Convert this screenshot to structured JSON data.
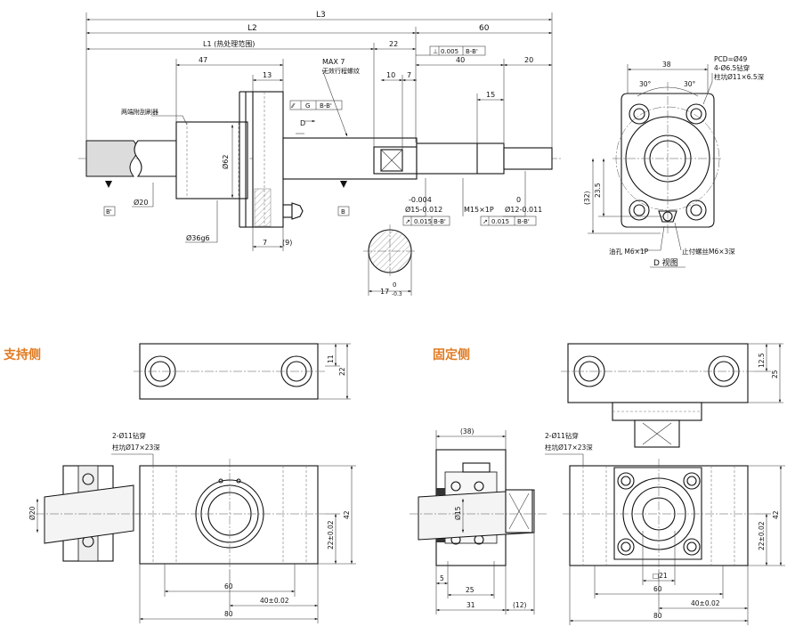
{
  "views": {
    "support_title": "支持侧",
    "fixed_title": "固定侧",
    "d_view_label": "D 视图"
  },
  "top_view": {
    "dims": {
      "L3": "L3",
      "L2": "L2",
      "sixty": "60",
      "L1": "L1 (热处理范围)",
      "twentytwo": "22",
      "forty": "40",
      "twenty": "20",
      "fortyseven": "47",
      "thirteen": "13",
      "ten": "10",
      "seven_a": "7",
      "fifteen": "15",
      "dia62": "Ø62",
      "dia36": "Ø36g6",
      "dia20": "Ø20",
      "seven_b": "7",
      "nine": "(9)",
      "m15": "M15×1P",
      "zero_a": "0",
      "seventeen": "17",
      "tol_17": "-0.3",
      "zero_b": "0"
    },
    "notes": {
      "max7": "MAX 7",
      "no_thread_line": "无效行程螺纹",
      "chamfer_note": "两端附刮刷器"
    },
    "tolerances": {
      "t15_upper": "-0.004",
      "t15": "Ø15-0.012",
      "t12_upper": "0",
      "t12": "Ø12-0.011"
    },
    "datums": {
      "datum_b": "B",
      "datum_bp": "B'",
      "section_d": "D"
    },
    "fcf": {
      "perp_value": "0.005",
      "perp_ref": "B-B'",
      "g_symbol": "G",
      "g_ref": "B-B'",
      "runout1_value": "0.015",
      "runout1_ref": "B-B'",
      "runout2_value": "0.015",
      "runout2_ref": "B-B'"
    }
  },
  "d_view": {
    "pcd": "PCD=Ø49",
    "holes_1": "4-Ø6.5钻穿",
    "holes_2": "柱坑Ø11×6.5深",
    "width": "38",
    "angle_l": "30°",
    "angle_r": "30°",
    "h32": "(32)",
    "h23": "23.5",
    "oil_hole": "油孔 M6×1P",
    "set_screw": "止付螺丝M6×3深"
  },
  "support_side": {
    "h11": "11",
    "h22": "22",
    "holes_1": "2-Ø11钻穿",
    "holes_2": "柱坑Ø17×23深",
    "dia20": "Ø20",
    "w60": "60",
    "w40": "40±0.02",
    "w80": "80",
    "h42": "42",
    "h22b": "22±0.02"
  },
  "fixed_side": {
    "h125": "12.5",
    "h25": "25",
    "w38": "(38)",
    "holes_1": "2-Ø11钻穿",
    "holes_2": "柱坑Ø17×23深",
    "dia15": "Ø15",
    "w5": "5",
    "w25": "25",
    "w31": "31",
    "w12": "(12)",
    "sq21": "□21",
    "w60": "60",
    "w40": "40±0.02",
    "w80": "80",
    "h42": "42",
    "h22": "22±0.02"
  }
}
